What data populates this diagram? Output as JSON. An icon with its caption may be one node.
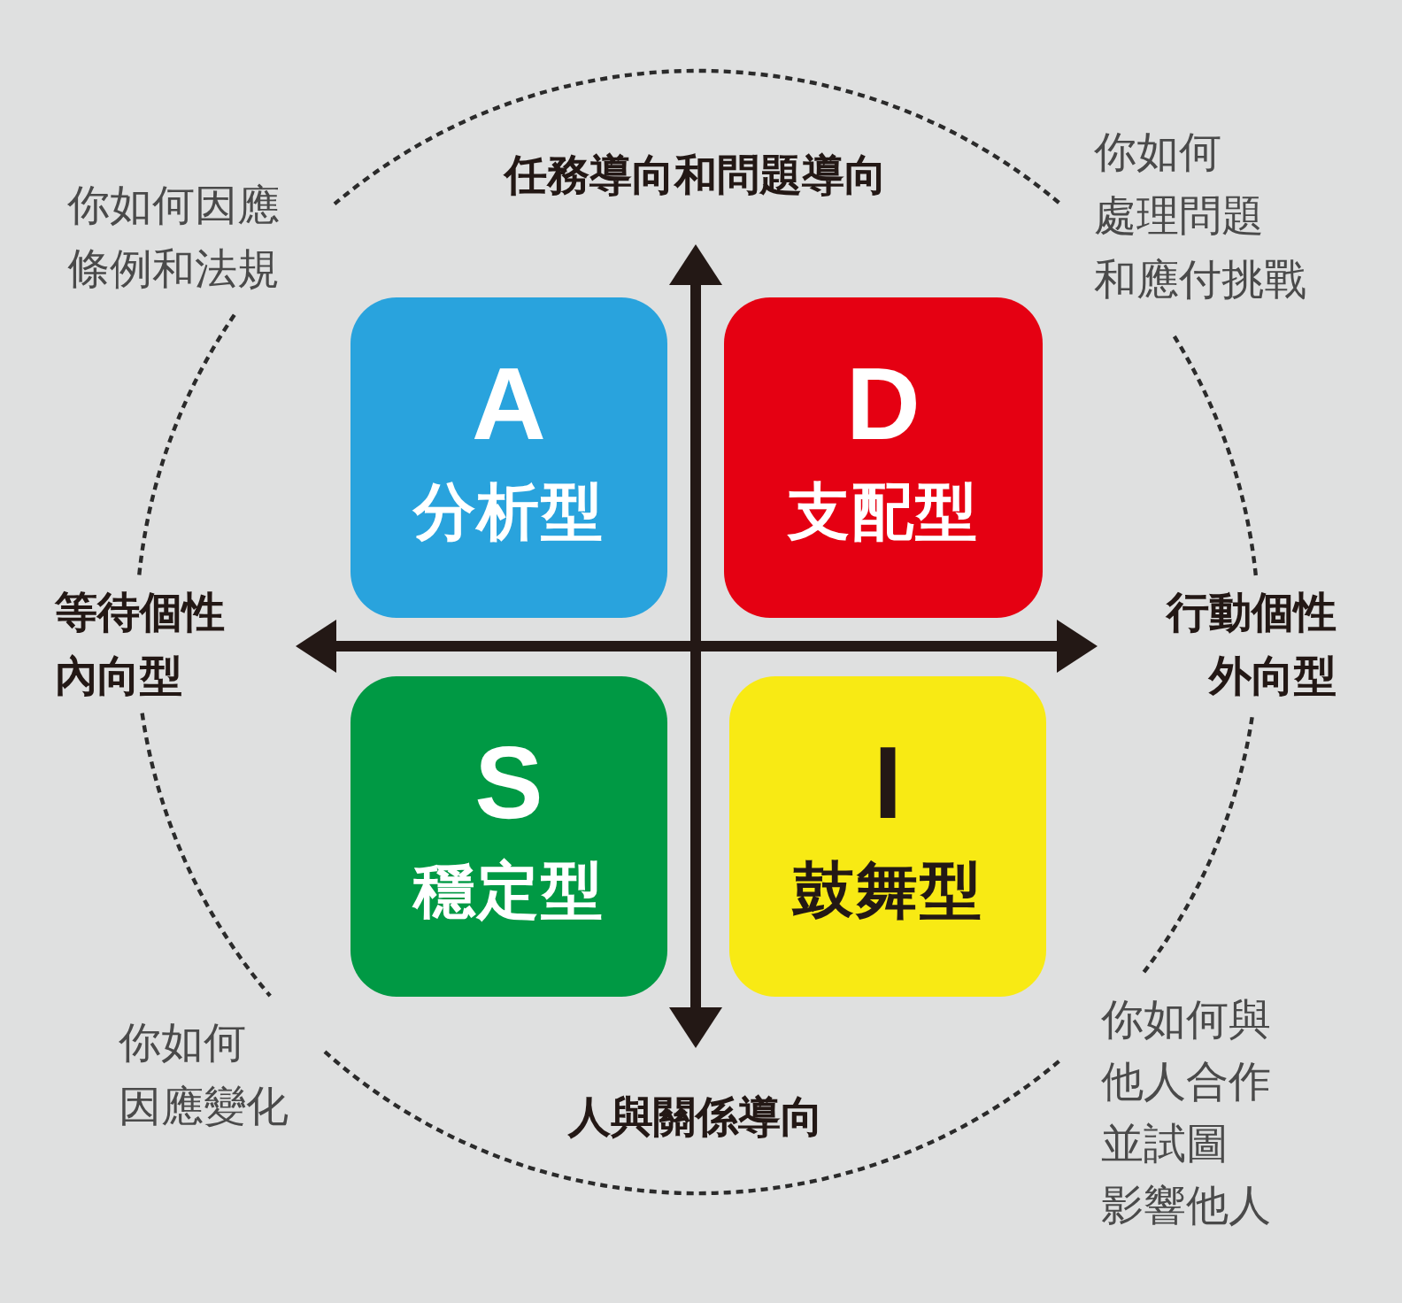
{
  "diagram": {
    "nodes": [
      {
        "text": [
          "A",
          "分析型"
        ]
      },
      {
        "text": [
          "D",
          "支配型"
        ]
      },
      {
        "text": [
          "S",
          "穩定型"
        ]
      },
      {
        "text": [
          "I",
          "鼓舞型"
        ]
      }
    ],
    "labels": [
      "你如何因應條例和法規",
      "任務導向和問題導向",
      "你如何處理問題和應付挑戰",
      "等待個性內向型",
      "行動個性外向型",
      "你如何因應變化",
      "人與關係導向",
      "你如何與他人合作並試圖影響他人"
    ]
  }
}
